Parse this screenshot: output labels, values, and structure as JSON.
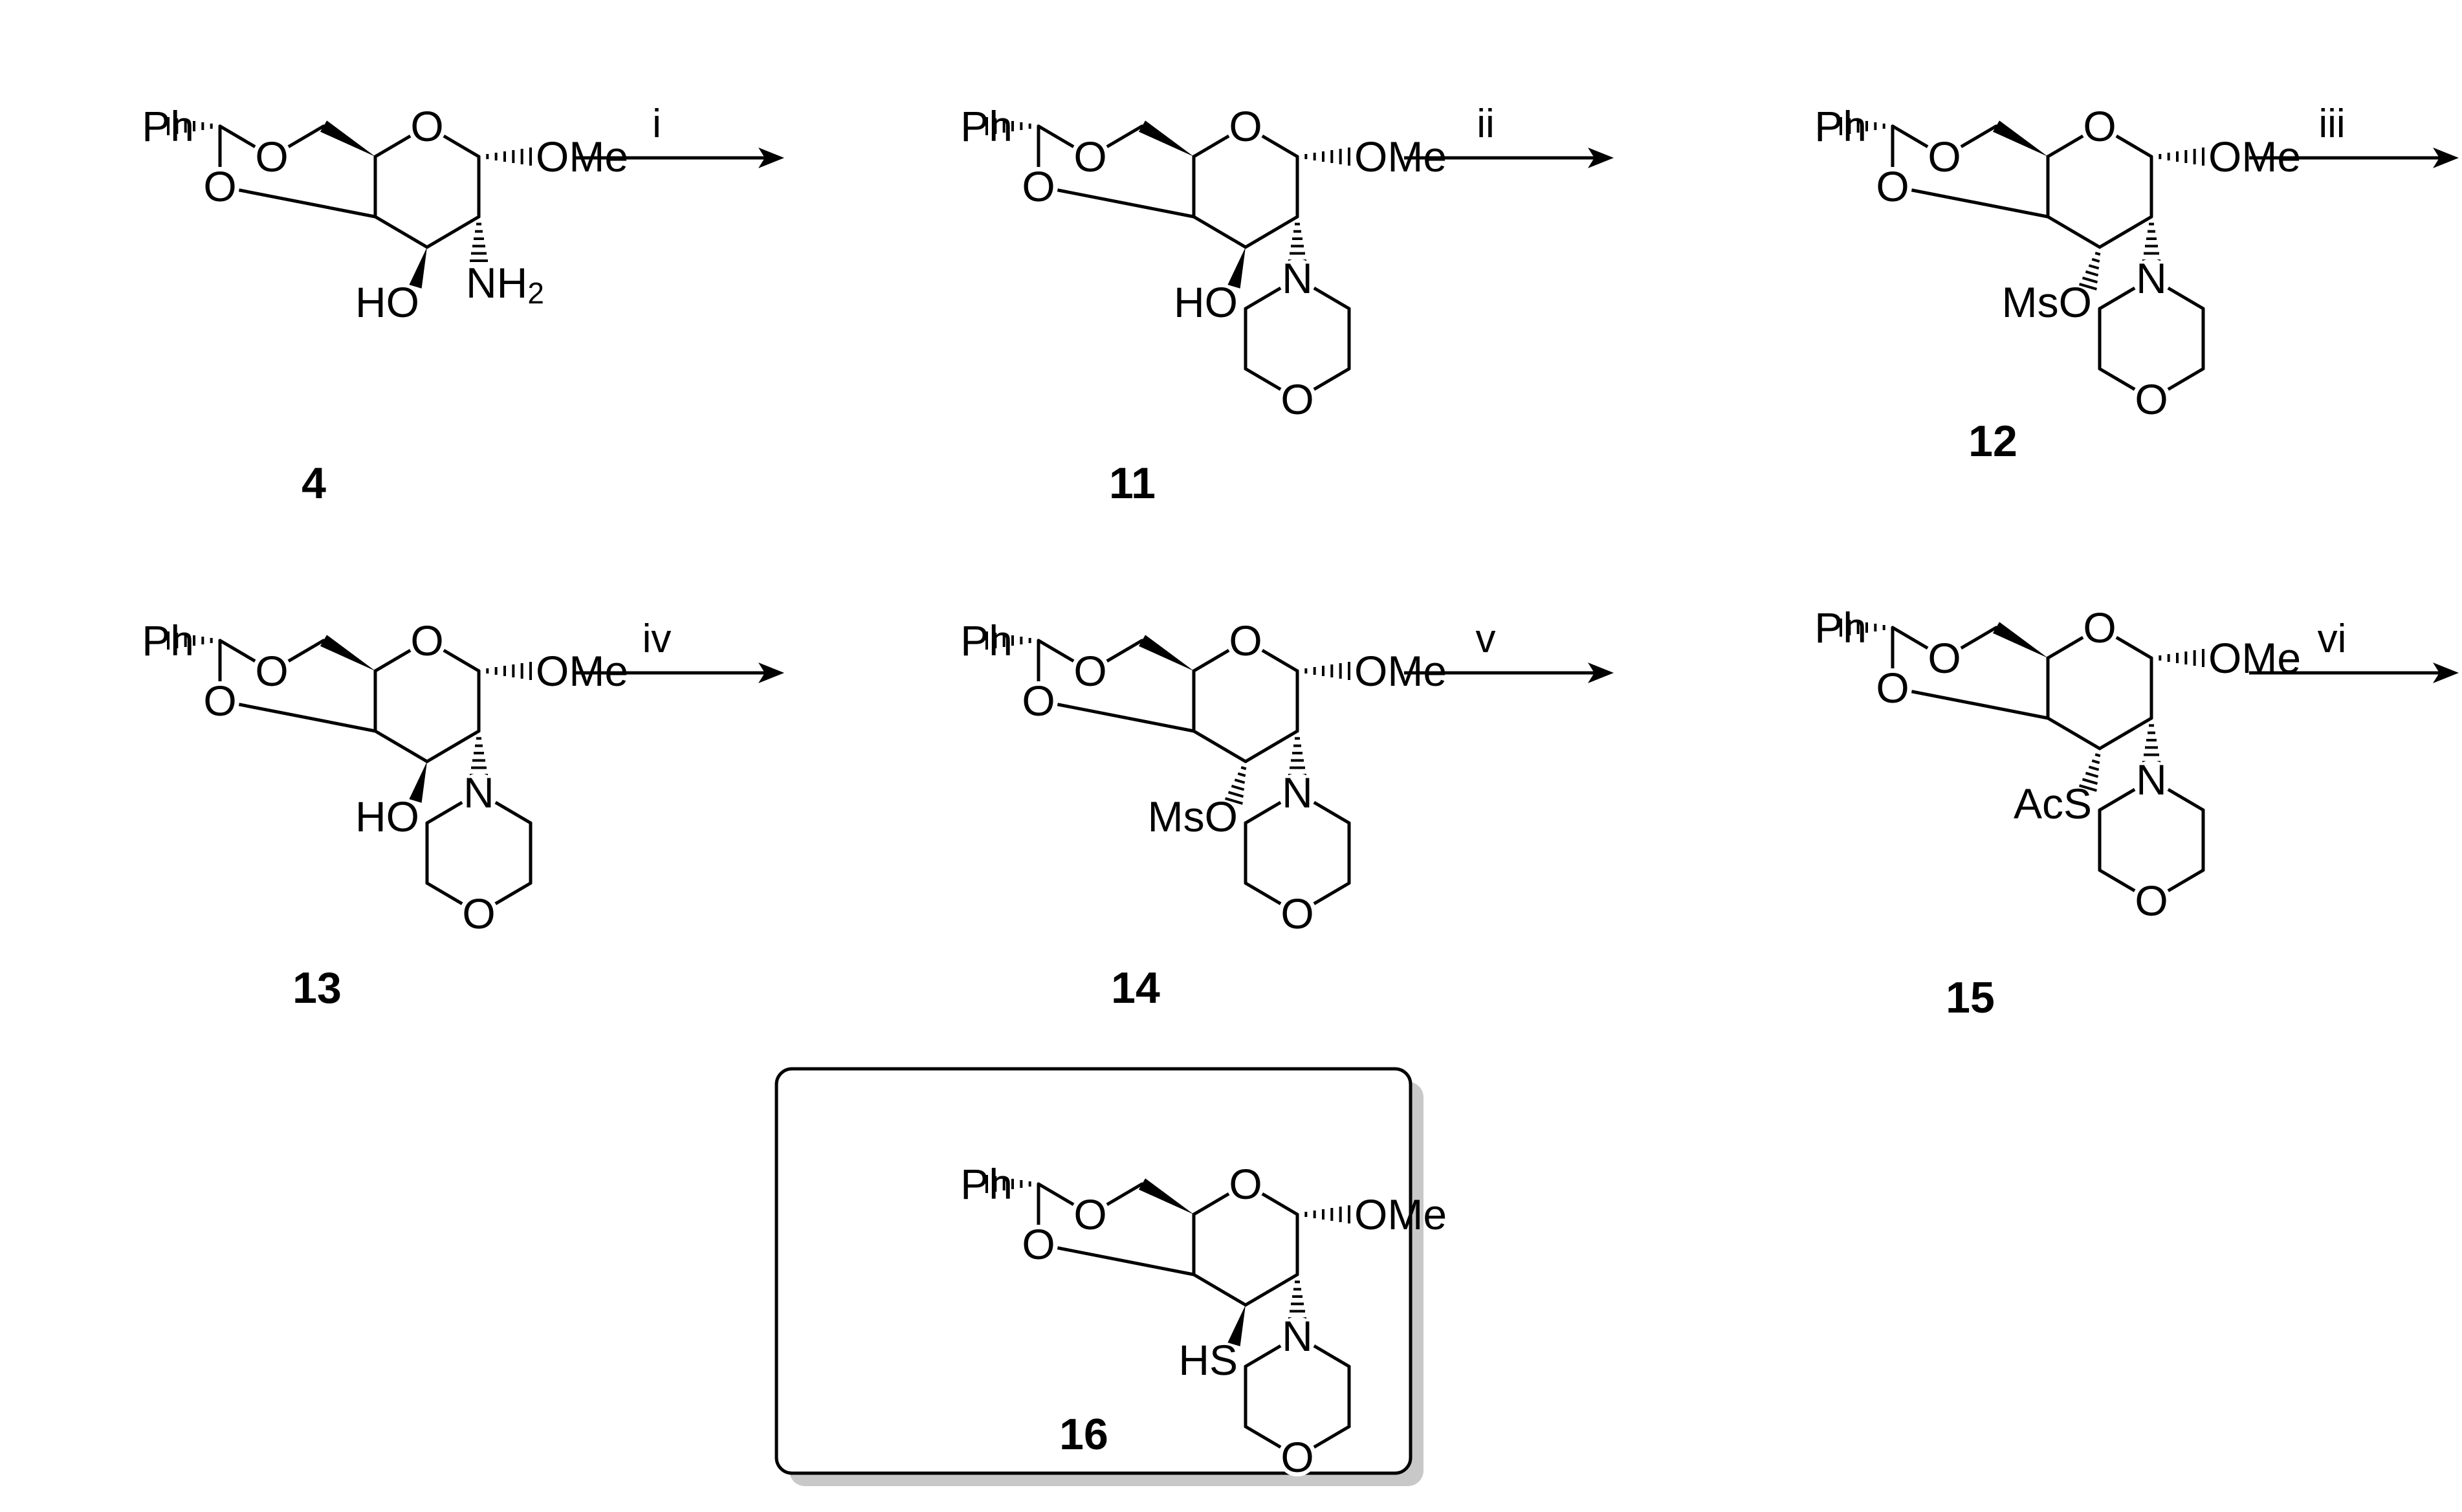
{
  "atoms": {
    "ph": "Ph",
    "o": "O",
    "ome": "OMe",
    "n": "N",
    "nh2_main": "NH",
    "nh2_sub": "2",
    "ho": "HO",
    "mso": "MsO",
    "acs": "AcS",
    "hs": "HS"
  },
  "compounds": [
    {
      "id": "4",
      "c3": "HO",
      "c2": "NH2"
    },
    {
      "id": "11",
      "c3": "HO",
      "c2": "morpholino"
    },
    {
      "id": "12",
      "c3": "MsO",
      "c2": "morpholino"
    },
    {
      "id": "13",
      "c3": "HO",
      "c2": "morpholino"
    },
    {
      "id": "14",
      "c3": "MsO",
      "c2": "morpholino"
    },
    {
      "id": "15",
      "c3": "AcS",
      "c2": "morpholino"
    },
    {
      "id": "16",
      "c3": "HS",
      "c2": "morpholino",
      "boxed": true
    }
  ],
  "reagents": [
    "i",
    "ii",
    "iii",
    "iv",
    "v",
    "vi"
  ]
}
